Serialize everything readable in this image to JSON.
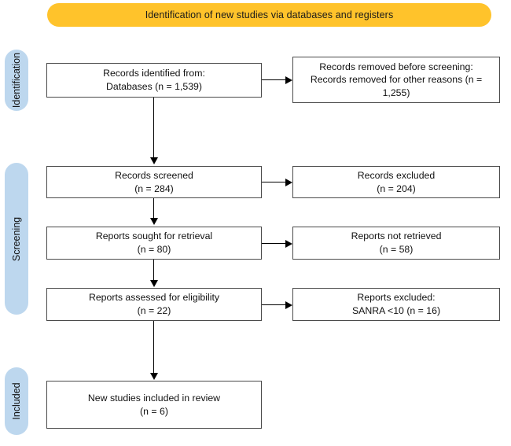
{
  "diagram": {
    "type": "prisma-flow-diagram",
    "banner": {
      "title": "Identification of new studies via databases and registers",
      "color": "#FFC32B"
    },
    "stage_color": "#BDD7EE",
    "stages": [
      {
        "id": "identification",
        "label": "Identification"
      },
      {
        "id": "screening",
        "label": "Screening"
      },
      {
        "id": "included",
        "label": "Included"
      }
    ],
    "boxes": {
      "records_identified": {
        "line1": "Records identified from:",
        "line2": "Databases (n = 1,539)"
      },
      "records_removed": {
        "line1": "Records removed before screening:",
        "line2": "Records removed for other reasons (n = 1,255)"
      },
      "records_screened": {
        "line1": "Records screened",
        "line2": "(n = 284)"
      },
      "records_excluded": {
        "line1": "Records excluded",
        "line2": "(n = 204)"
      },
      "reports_sought": {
        "line1": "Reports sought for retrieval",
        "line2": "(n = 80)"
      },
      "reports_not_retrieved": {
        "line1": "Reports not retrieved",
        "line2": "(n = 58)"
      },
      "reports_assessed": {
        "line1": "Reports assessed for eligibility",
        "line2": "(n = 22)"
      },
      "reports_excluded": {
        "line1": "Reports excluded:",
        "line2": "SANRA <10 (n = 16)"
      },
      "new_studies_included": {
        "line1": "New studies included in review",
        "line2": "(n = 6)"
      }
    },
    "counts": {
      "records_identified_databases": 1539,
      "records_removed_other_reasons": 1255,
      "records_screened": 284,
      "records_excluded": 204,
      "reports_sought_for_retrieval": 80,
      "reports_not_retrieved": 58,
      "reports_assessed_for_eligibility": 22,
      "reports_excluded_sanra_under_10": 16,
      "new_studies_included_in_review": 6
    }
  }
}
